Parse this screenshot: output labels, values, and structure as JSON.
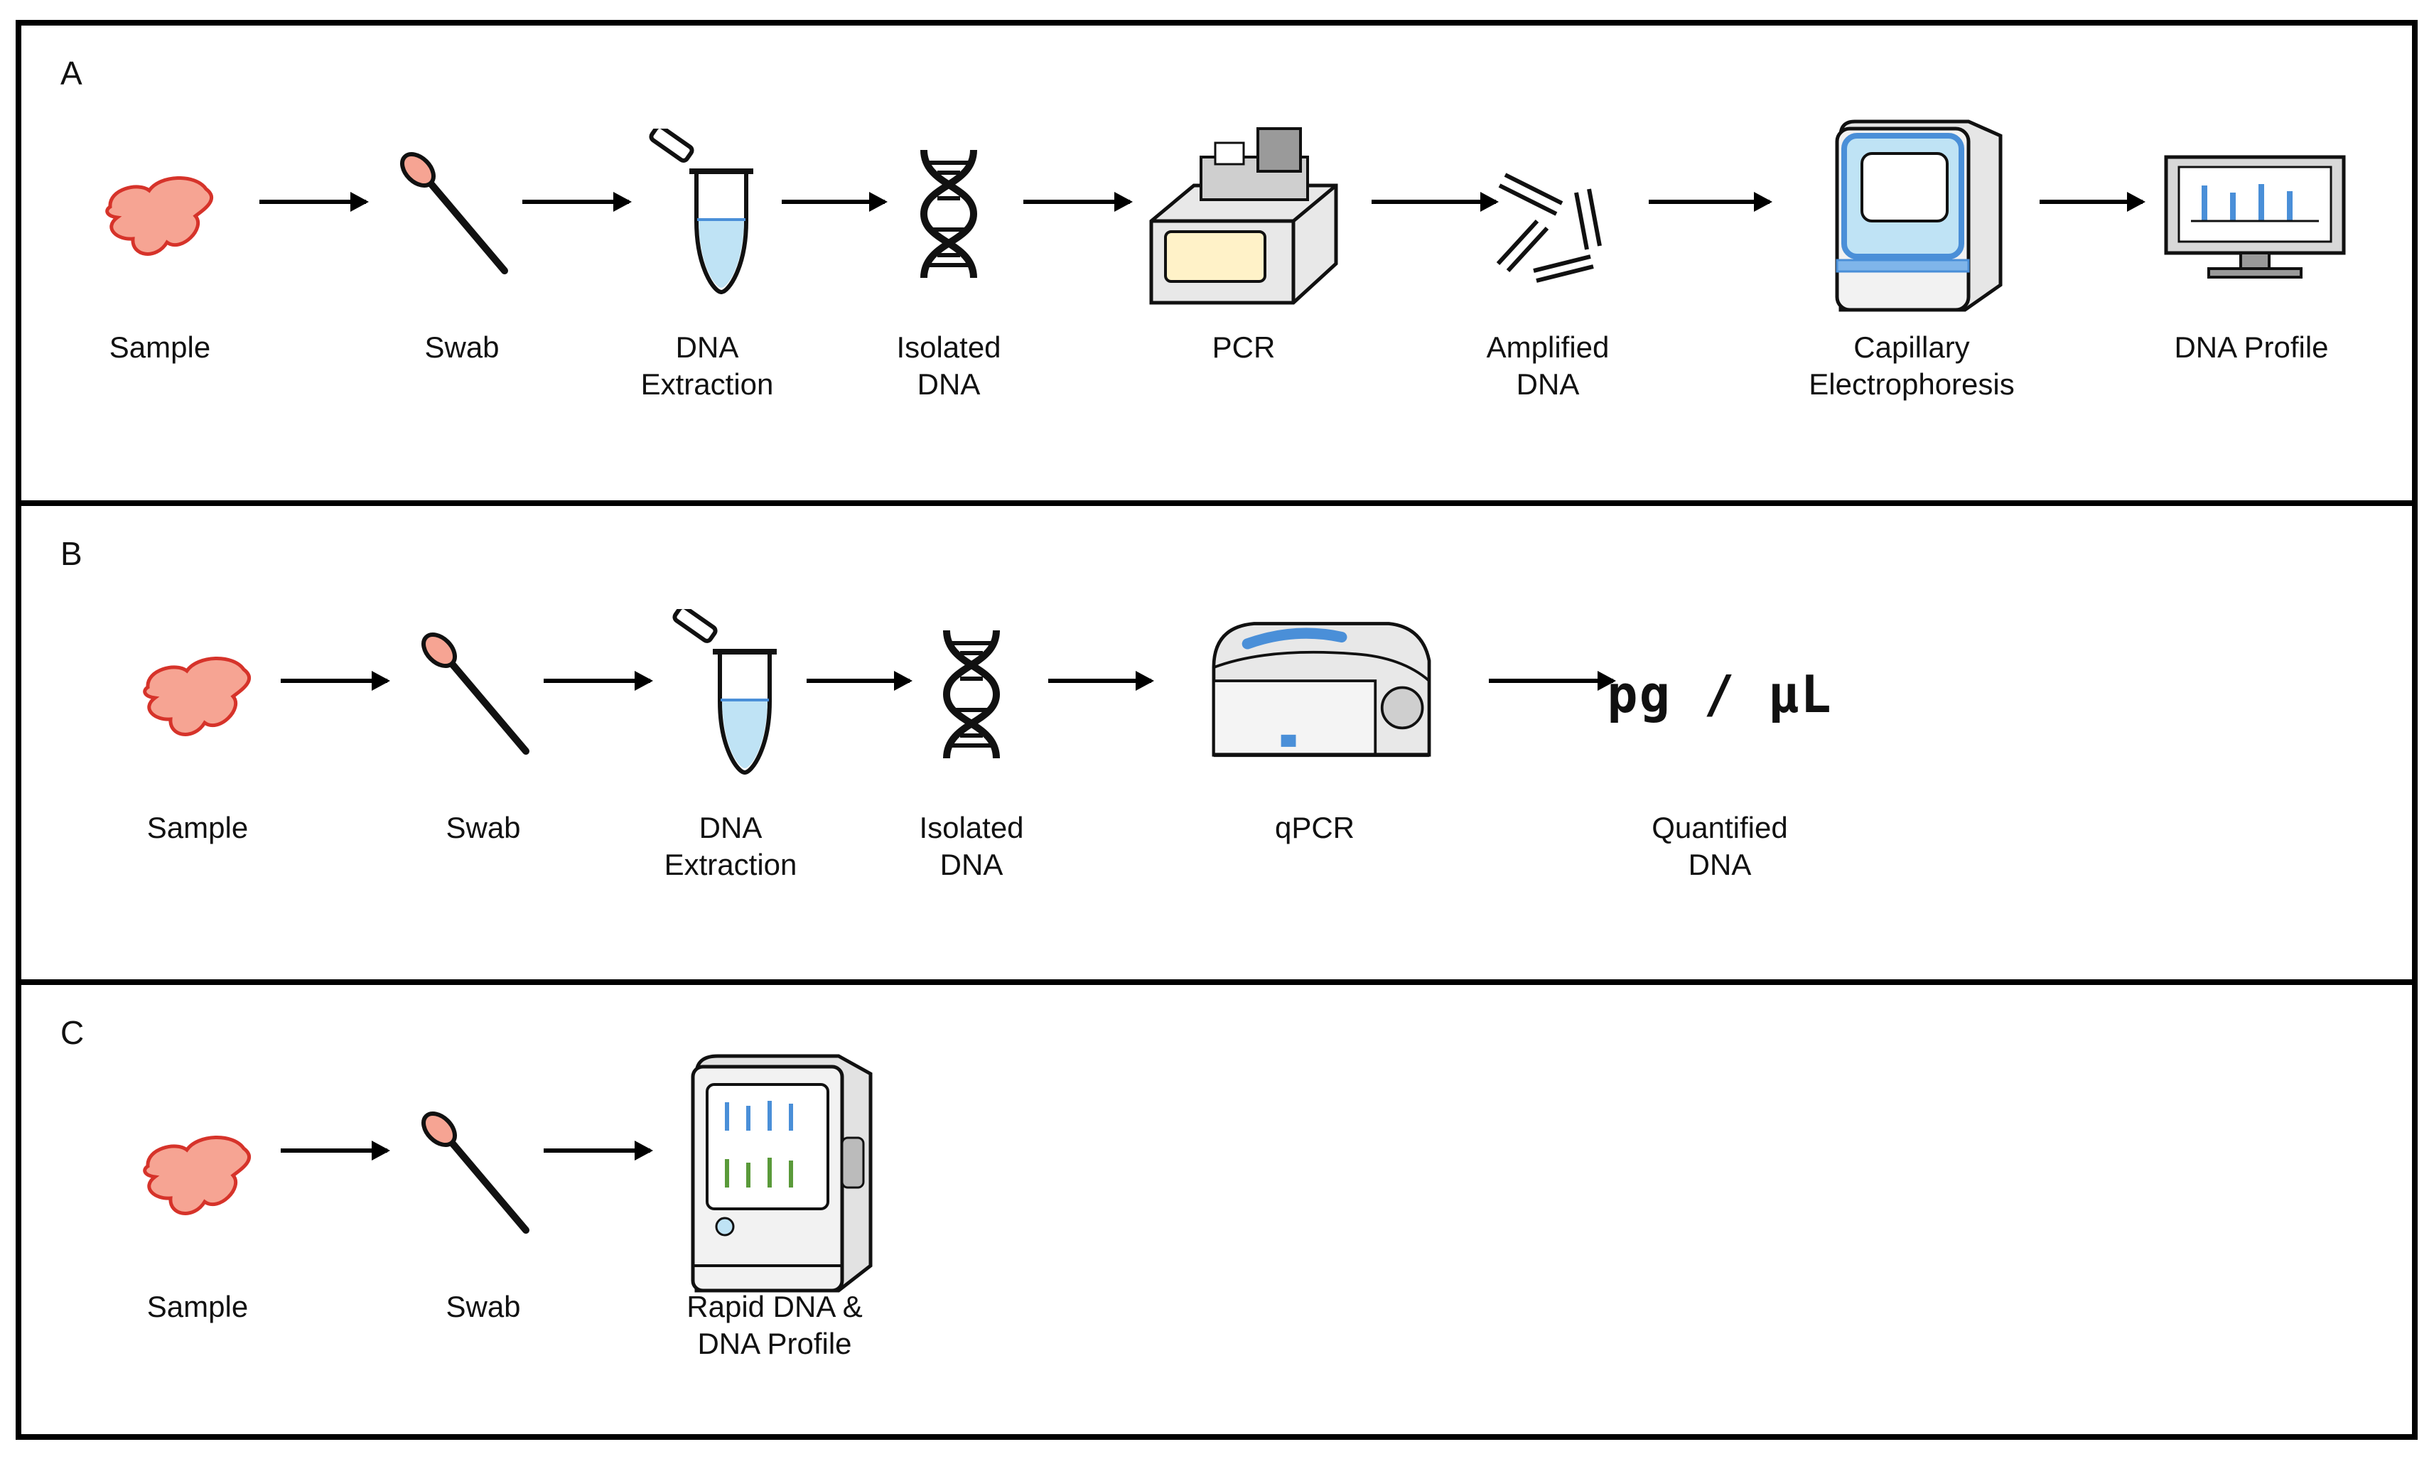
{
  "colors": {
    "sample_fill": "#f6a493",
    "sample_stroke": "#d6332a",
    "tube_liquid": "#bfe3f5",
    "instrument_accent": "#4a8fd8"
  },
  "panels": [
    {
      "letter": "A",
      "steps": [
        {
          "icon": "sample-icon",
          "label": "Sample"
        },
        {
          "icon": "swab-icon",
          "label": "Swab"
        },
        {
          "icon": "tube-icon",
          "label": "DNA\nExtraction"
        },
        {
          "icon": "dna-helix-icon",
          "label": "Isolated\nDNA"
        },
        {
          "icon": "thermocycler-icon",
          "label": "PCR"
        },
        {
          "icon": "amplified-dna-icon",
          "label": "Amplified\nDNA"
        },
        {
          "icon": "sequencer-icon",
          "label": "Capillary\nElectrophoresis"
        },
        {
          "icon": "monitor-profile-icon",
          "label": "DNA Profile"
        }
      ]
    },
    {
      "letter": "B",
      "steps": [
        {
          "icon": "sample-icon",
          "label": "Sample"
        },
        {
          "icon": "swab-icon",
          "label": "Swab"
        },
        {
          "icon": "tube-icon",
          "label": "DNA\nExtraction"
        },
        {
          "icon": "dna-helix-icon",
          "label": "Isolated\nDNA"
        },
        {
          "icon": "qpcr-machine-icon",
          "label": "qPCR"
        },
        {
          "icon": "units-text-icon",
          "label": "Quantified\nDNA",
          "units": "pg / µL"
        }
      ]
    },
    {
      "letter": "C",
      "steps": [
        {
          "icon": "sample-icon",
          "label": "Sample"
        },
        {
          "icon": "swab-icon",
          "label": "Swab"
        },
        {
          "icon": "rapid-dna-machine-icon",
          "label": "Rapid DNA &\nDNA Profile"
        }
      ]
    }
  ]
}
